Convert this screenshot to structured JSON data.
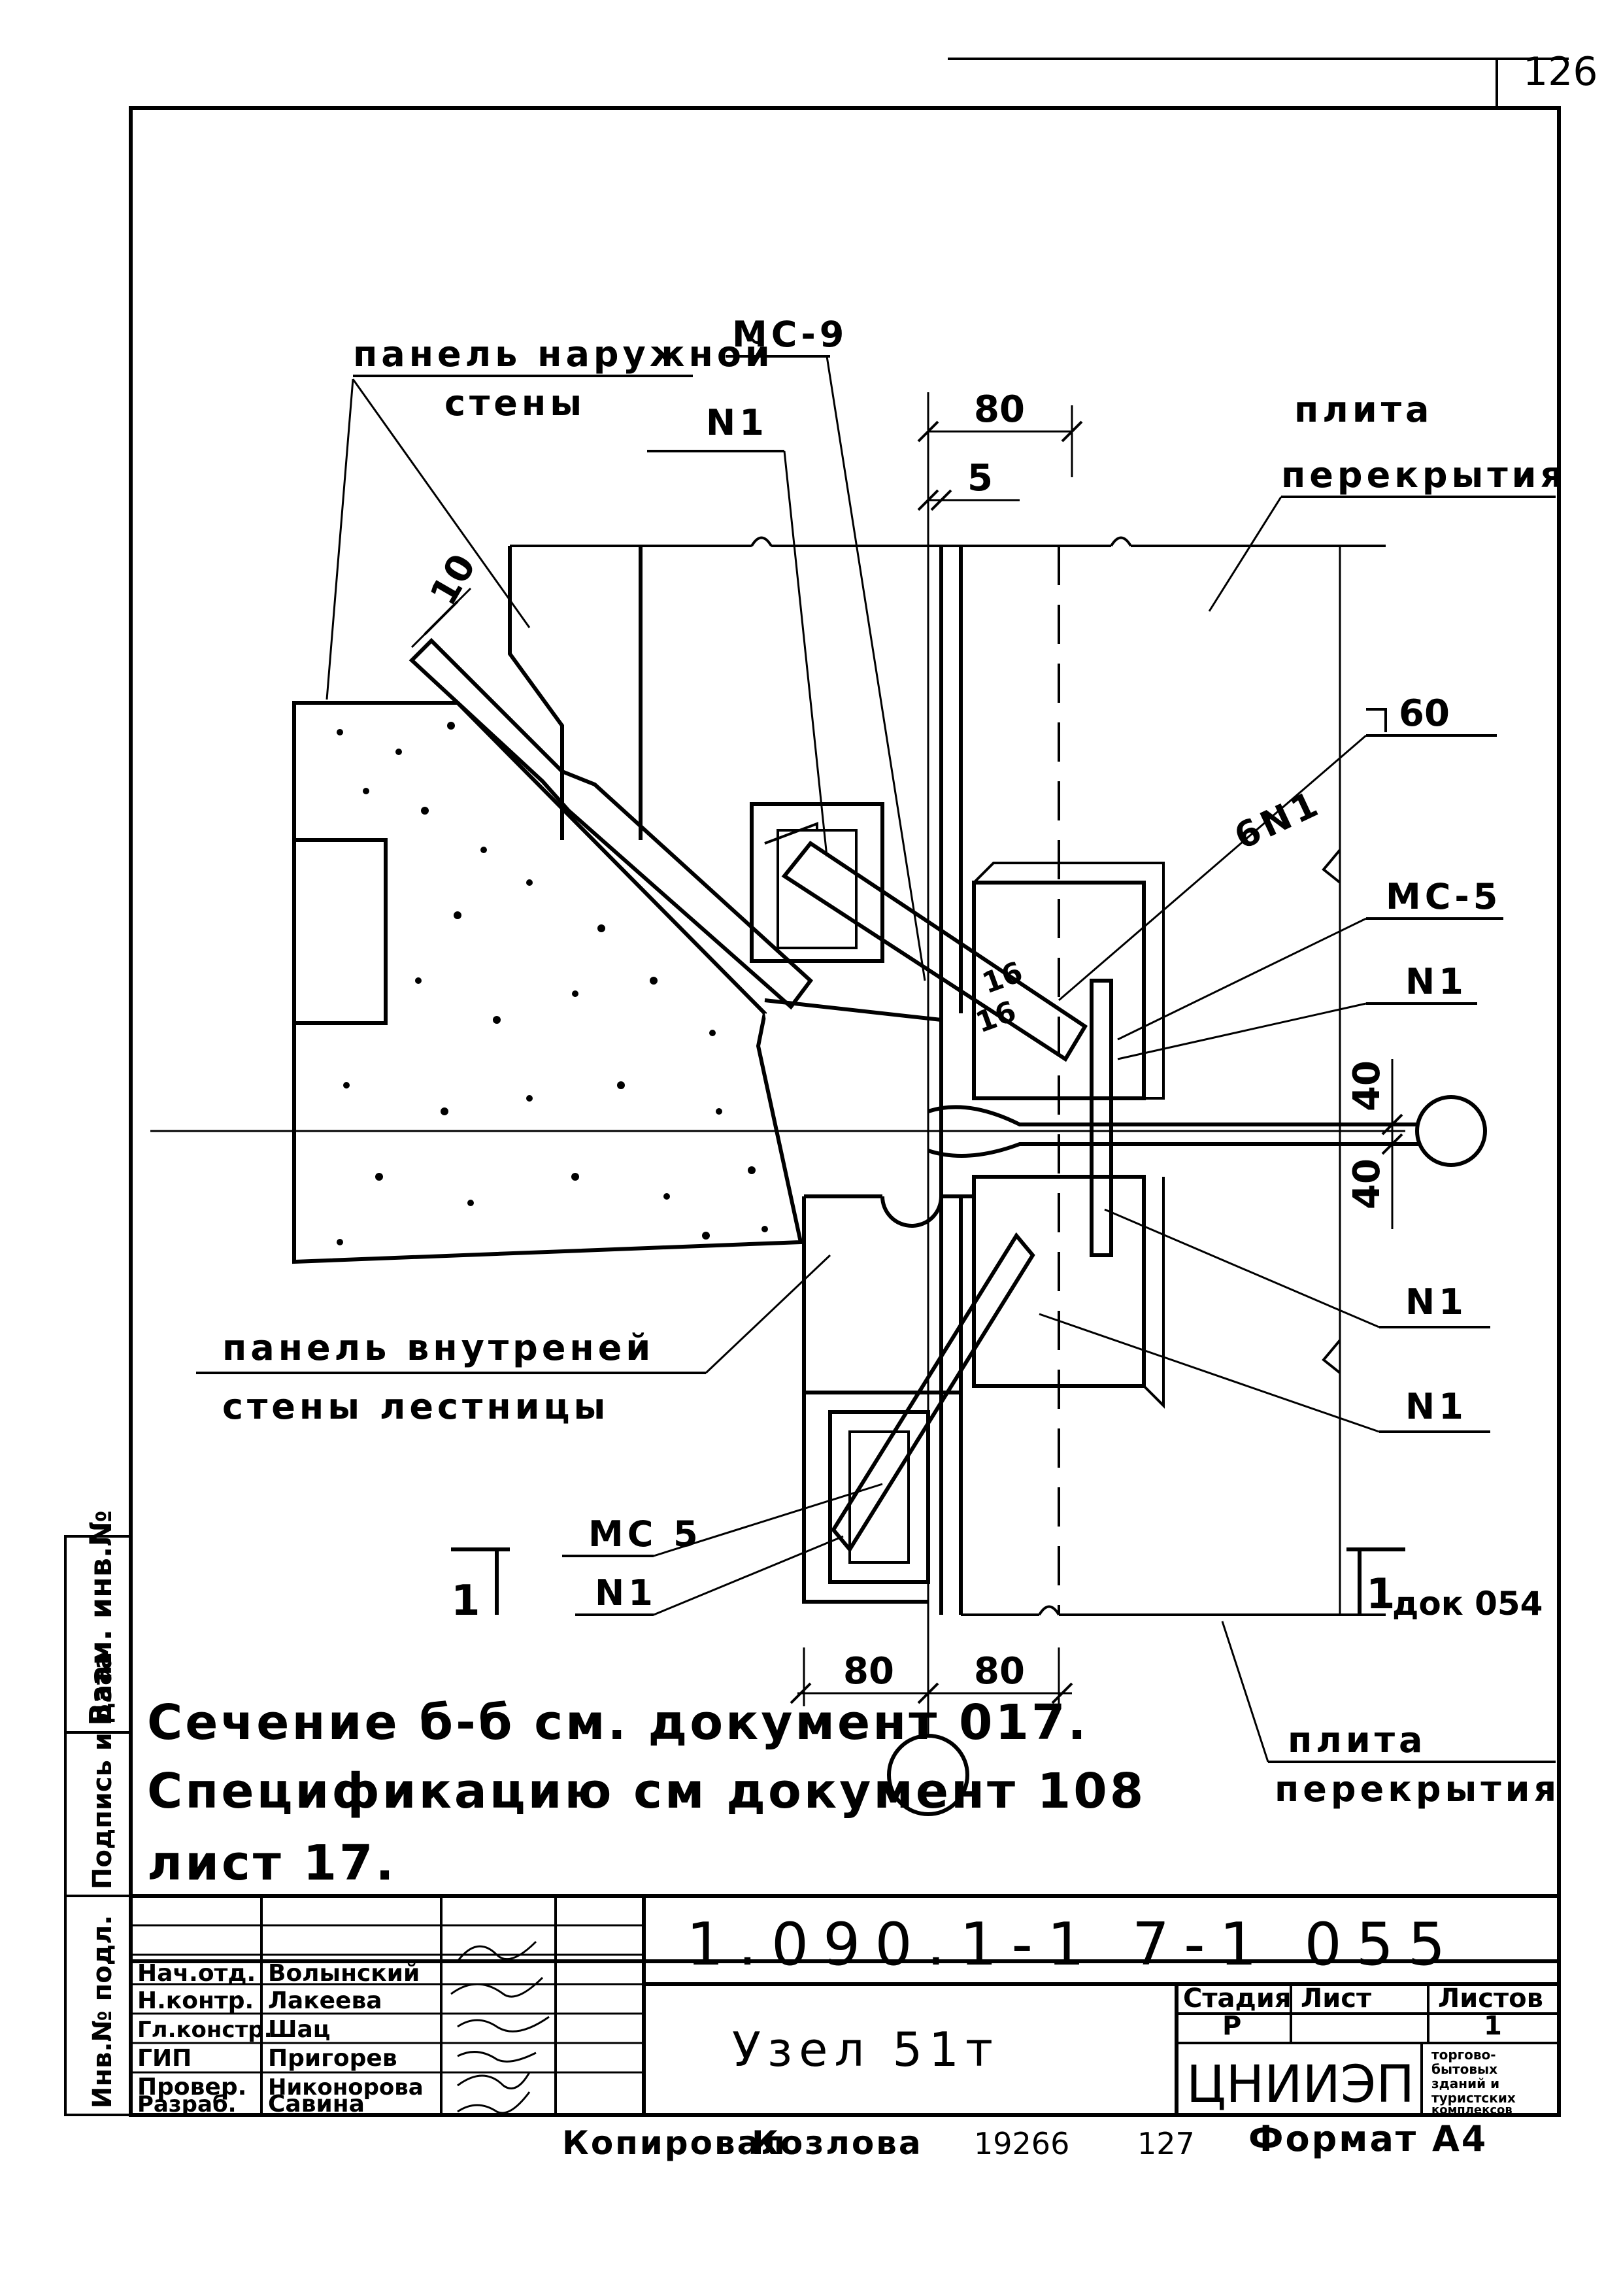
{
  "page_corner_number": "126",
  "labels": {
    "outer_panel": [
      "панель наружной",
      "стены"
    ],
    "ms9": "МС-9",
    "n1_top": "N1",
    "slab_top": [
      "плита",
      "перекрытия"
    ],
    "ms5_right": "МС-5",
    "n1_right_1": "N1",
    "n1_right_2": "N1",
    "n1_right_3": "N1",
    "six_n1": "6N1",
    "inner_panel": [
      "панель внутреней",
      "стены лестницы"
    ],
    "ms5_left": "МС 5",
    "n1_bottom": "N1",
    "slab_bottom": [
      "плита",
      "перекрытия"
    ],
    "section_mark_left": "1",
    "section_mark_right": "1",
    "doc_ref": "док 054"
  },
  "dimensions": {
    "d80_top": "80",
    "d5": "5",
    "d60": "60",
    "d10_angle": "10",
    "d16a": "16",
    "d16b": "16",
    "d40a": "40",
    "d40b": "40",
    "d80_bl": "80",
    "d80_br": "80"
  },
  "notes": [
    "Сечение б-б см. документ 017.",
    "Спецификацию см документ 108",
    "лист 17."
  ],
  "side_stamp": {
    "col1": "Взам. инв.№",
    "col2": "Подпись и дата",
    "col3": "Инв.№ подл."
  },
  "title_block": {
    "code": "1.090.1-1   7-1  055",
    "title": "Узел 51т",
    "stage_header": "Стадия",
    "sheet_header": "Лист",
    "sheets_header": "Листов",
    "stage_value": "Р",
    "sheets_value": "1",
    "org": "ЦНИИЭП",
    "org_sub": [
      "торгово-",
      "бытовых",
      "зданий и",
      "туристских",
      "комплексов"
    ],
    "roles": [
      {
        "role": "Нач.отд.",
        "name": "Волынский"
      },
      {
        "role": "Н.контр.",
        "name": "Лакеева"
      },
      {
        "role": "Гл.констр.",
        "name": "Шац"
      },
      {
        "role": "ГИП",
        "name": "Пригорев"
      },
      {
        "role": "Провер.",
        "name": "Никонорова"
      },
      {
        "role": "Разраб.",
        "name": "Савина"
      }
    ]
  },
  "footer": {
    "copied": "Копировал",
    "copier": "Козлова",
    "order": "19266",
    "num": "127",
    "format": "Формат А4"
  }
}
